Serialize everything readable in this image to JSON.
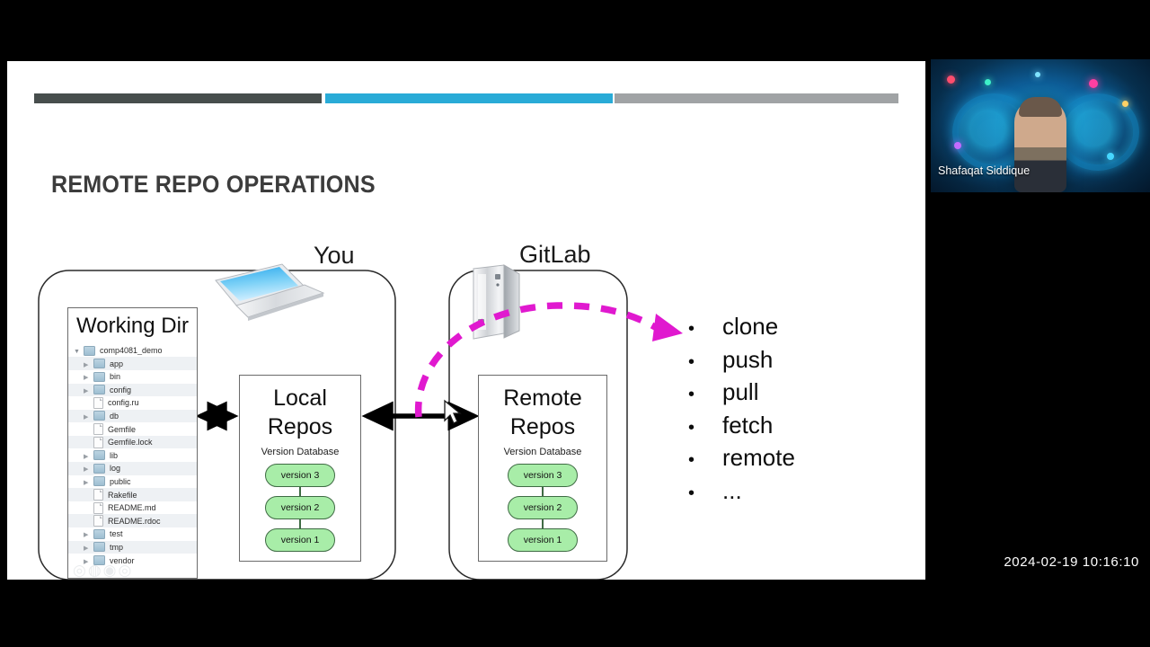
{
  "meeting": {
    "timestamp": "2024-02-19 10:16:10",
    "participant_name": "Shafaqat Siddique"
  },
  "slide": {
    "title": "REMOTE REPO OPERATIONS",
    "accent_bars": [
      {
        "name": "bar-dark",
        "color": "#474e4d"
      },
      {
        "name": "bar-cyan",
        "color": "#29abd7"
      },
      {
        "name": "bar-gray",
        "color": "#a0a3a5"
      }
    ],
    "actors": {
      "local": "You",
      "remote": "GitLab"
    },
    "working_dir": {
      "title": "Working Dir",
      "tree": [
        {
          "name": "comp4081_demo",
          "type": "folder",
          "expanded": true,
          "depth": 0
        },
        {
          "name": "app",
          "type": "folder",
          "expanded": false,
          "depth": 1
        },
        {
          "name": "bin",
          "type": "folder",
          "expanded": false,
          "depth": 1
        },
        {
          "name": "config",
          "type": "folder",
          "expanded": false,
          "depth": 1
        },
        {
          "name": "config.ru",
          "type": "file",
          "expanded": false,
          "depth": 1
        },
        {
          "name": "db",
          "type": "folder",
          "expanded": false,
          "depth": 1
        },
        {
          "name": "Gemfile",
          "type": "file",
          "expanded": false,
          "depth": 1
        },
        {
          "name": "Gemfile.lock",
          "type": "file",
          "expanded": false,
          "depth": 1
        },
        {
          "name": "lib",
          "type": "folder",
          "expanded": false,
          "depth": 1
        },
        {
          "name": "log",
          "type": "folder",
          "expanded": false,
          "depth": 1
        },
        {
          "name": "public",
          "type": "folder",
          "expanded": false,
          "depth": 1
        },
        {
          "name": "Rakefile",
          "type": "file",
          "expanded": false,
          "depth": 1
        },
        {
          "name": "README.md",
          "type": "file",
          "expanded": false,
          "depth": 1
        },
        {
          "name": "README.rdoc",
          "type": "file",
          "expanded": false,
          "depth": 1
        },
        {
          "name": "test",
          "type": "folder",
          "expanded": false,
          "depth": 1
        },
        {
          "name": "tmp",
          "type": "folder",
          "expanded": false,
          "depth": 1
        },
        {
          "name": "vendor",
          "type": "folder",
          "expanded": false,
          "depth": 1
        }
      ]
    },
    "local_repos": {
      "title_line1": "Local",
      "title_line2": "Repos",
      "version_db_caption": "Version Database",
      "versions": [
        "version 3",
        "version 2",
        "version 1"
      ]
    },
    "remote_repos": {
      "title_line1": "Remote",
      "title_line2": "Repos",
      "version_db_caption": "Version Database",
      "versions": [
        "version 3",
        "version 2",
        "version 1"
      ]
    },
    "operations": {
      "items": [
        "clone",
        "push",
        "pull",
        "fetch",
        "remote",
        "..."
      ],
      "bullet": "•"
    },
    "colors": {
      "highlight_arrow": "#e019cf",
      "version_fill": "#a8eda8",
      "version_stroke": "#3f6b44",
      "title": "#3c3c3c"
    }
  }
}
